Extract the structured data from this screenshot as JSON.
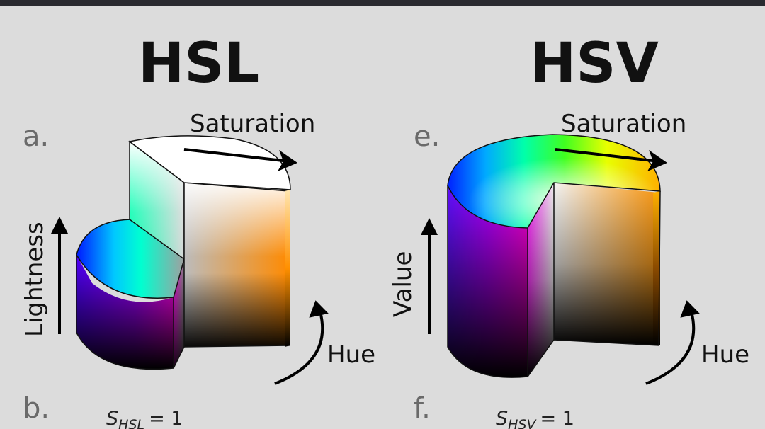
{
  "hsl": {
    "title": "HSL",
    "top_letter": "a.",
    "bottom_letter": "b.",
    "saturation_label": "Saturation",
    "axis_label": "Lightness",
    "hue_label": "Hue",
    "formula": {
      "symbol": "S",
      "subscript": "HSL",
      "equals": "= 1"
    }
  },
  "hsv": {
    "title": "HSV",
    "top_letter": "e.",
    "bottom_letter": "f.",
    "saturation_label": "Saturation",
    "axis_label": "Value",
    "hue_label": "Hue",
    "formula": {
      "symbol": "S",
      "subscript": "HSV",
      "equals": "= 1"
    }
  }
}
